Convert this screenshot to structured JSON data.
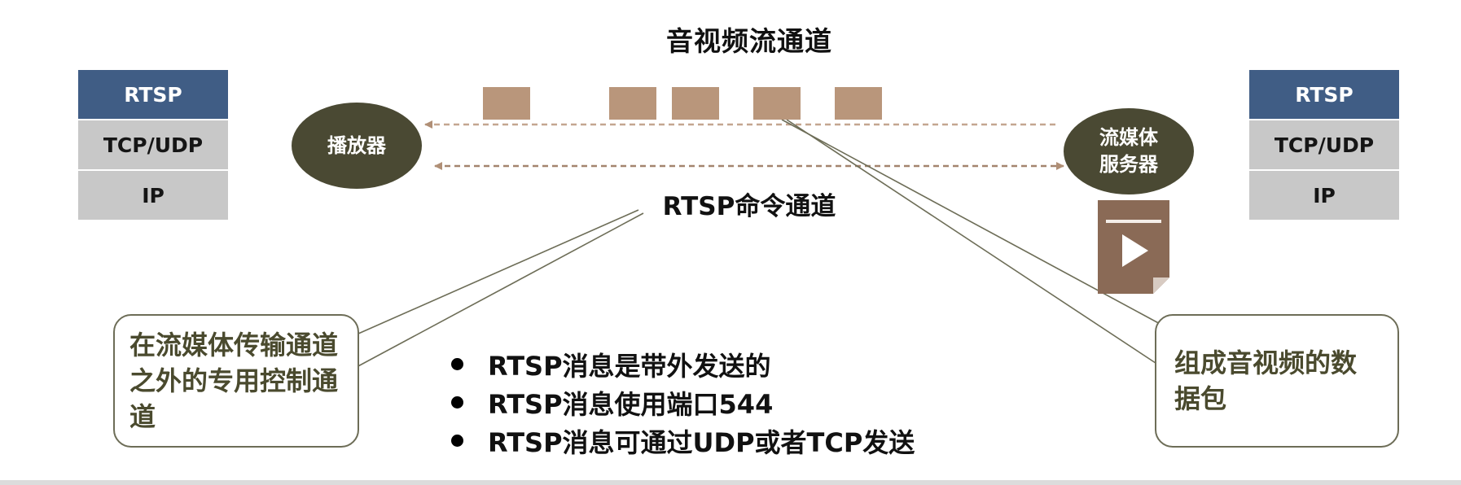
{
  "left_stack": {
    "layers": [
      "RTSP",
      "TCP/UDP",
      "IP"
    ]
  },
  "right_stack": {
    "layers": [
      "RTSP",
      "TCP/UDP",
      "IP"
    ]
  },
  "av_channel": {
    "title": "音视频流通道",
    "packet_count": 5
  },
  "rtsp_channel": {
    "title": "RTSP命令通道"
  },
  "player": {
    "label": "播放器"
  },
  "server": {
    "label": "流媒体\n服务器"
  },
  "callouts": {
    "left": "在流媒体传输通道之外的专用控制通道",
    "right": "组成音视频的数据包"
  },
  "bullets": [
    "RTSP消息是带外发送的",
    "RTSP消息使用端口544",
    "RTSP消息可通过UDP或者TCP发送"
  ],
  "colors": {
    "stack_top": "#405d85",
    "stack_layer": "#c8c8c8",
    "node": "#4a4933",
    "packet": "#b9967b",
    "arrow": "#b08f76",
    "file_icon": "#8a6a56"
  },
  "icons": {
    "media_file": "play-file-icon"
  }
}
